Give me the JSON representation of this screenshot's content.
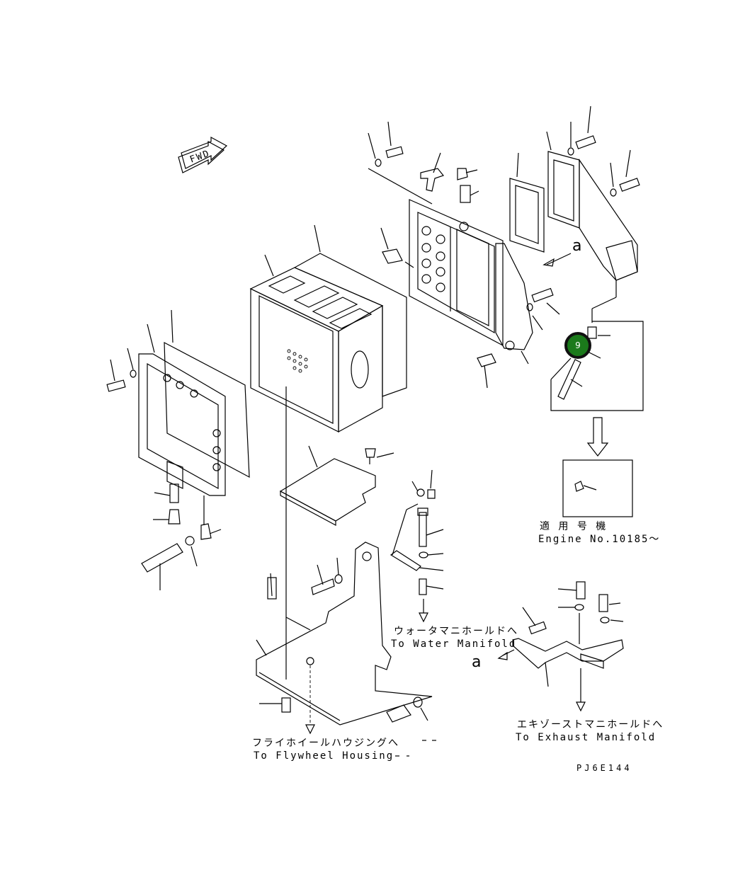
{
  "fwd_label": "FWD",
  "view_label": "a",
  "callout": {
    "number": "9",
    "color": "#1b7a1b"
  },
  "serial_note": {
    "jp": "適 用 号 機",
    "en": "Engine No.10185～"
  },
  "destinations": {
    "water_jp": "ウォータマニホールドへ",
    "water_en": "To Water Manifold",
    "exhaust_jp": "エキゾーストマニホールドへ",
    "exhaust_en": "To Exhaust Manifold",
    "flywheel_jp": "フライホイールハウジングへ",
    "flywheel_en": "To Flywheel Housing"
  },
  "drawing_id": "PJ6E144"
}
